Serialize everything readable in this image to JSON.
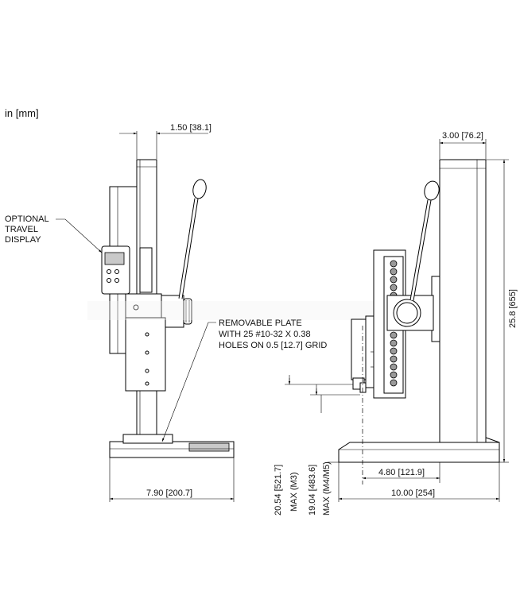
{
  "units_note": "in [mm]",
  "dimensions": {
    "left_column_width": "1.50 [38.1]",
    "right_column_width": "3.00 [76.2]",
    "overall_height": "25.8 [655]",
    "base_width": "7.90 [200.7]",
    "base_depth": "10.00 [254]",
    "throat_depth": "4.80 [121.9]",
    "max_height_m3": "20.54 [521.7]",
    "max_height_m3_label": "MAX (M3)",
    "max_height_m4": "19.04 [483.6]",
    "max_height_m4_label": "MAX (M4/M5)"
  },
  "callouts": {
    "optional_display": [
      "OPTIONAL",
      "TRAVEL",
      "DISPLAY"
    ],
    "removable_plate": [
      "REMOVABLE PLATE",
      "WITH 25 #10-32 X 0.38",
      "HOLES ON 0.5 [12.7] GRID"
    ]
  }
}
